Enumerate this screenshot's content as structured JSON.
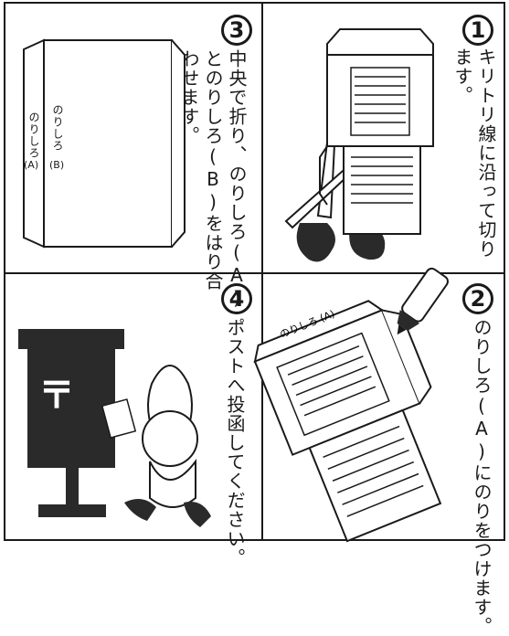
{
  "steps": [
    {
      "number": "1",
      "text": "キリトリ線に沿って切り\nます。"
    },
    {
      "number": "2",
      "text": "のりしろ(A)にのりをつけます。"
    },
    {
      "number": "3",
      "text": "中央で折り、のりしろ(A)\nとのりしろ(B)をはり合\nわせます。"
    },
    {
      "number": "4",
      "text": "ポストへ投函してください。"
    }
  ],
  "labels": {
    "norishiro": "のりしろ",
    "a": "(A)",
    "b": "(B)",
    "norishiro_a": "のりしろ (A)"
  },
  "postbox_symbol": "〒",
  "colors": {
    "ink": "#1a1a1a",
    "paper": "#ffffff",
    "postbox": "#2a2a2a"
  }
}
